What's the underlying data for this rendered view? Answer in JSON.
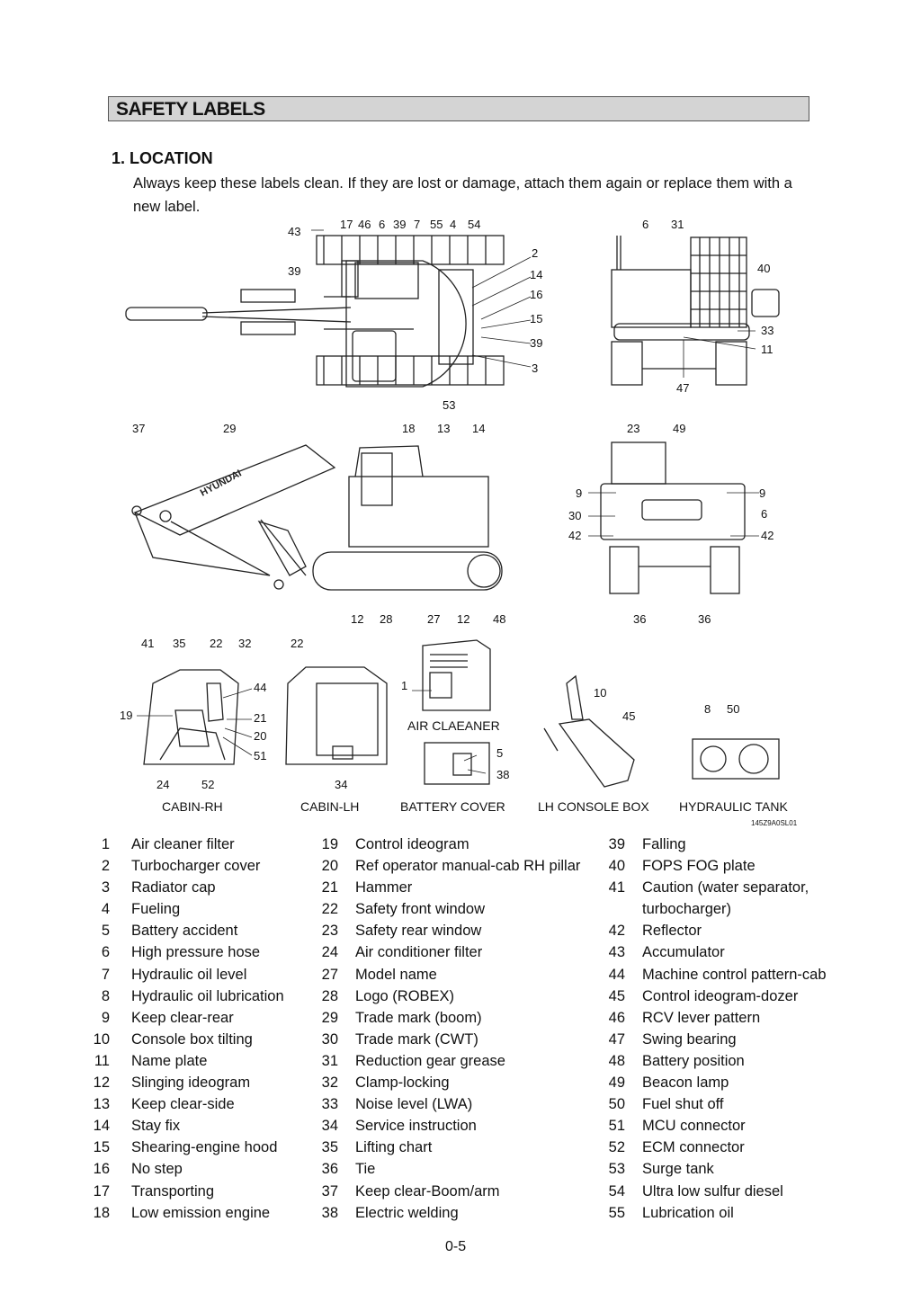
{
  "header": {
    "section_title": "SAFETY LABELS"
  },
  "location": {
    "title": "1.  LOCATION",
    "intro": "Always keep these labels clean.  If they are lost or damage, attach them again or replace them with a new label."
  },
  "figure": {
    "code": "145Z9A0SL01",
    "captions": {
      "air_cleaner": "AIR CLAEANER",
      "cabin_rh": "CABIN-RH",
      "cabin_lh": "CABIN-LH",
      "battery_cover": "BATTERY COVER",
      "lh_console_box": "LH CONSOLE BOX",
      "hydraulic_tank": "HYDRAULIC TANK"
    },
    "brand": "HYUNDAI",
    "callouts": {
      "top_view": [
        "43",
        "17",
        "46",
        "6",
        "39",
        "7",
        "55",
        "4",
        "54",
        "2",
        "39",
        "14",
        "16",
        "15",
        "39",
        "3",
        "53"
      ],
      "rear_top": [
        "6",
        "31",
        "40",
        "33",
        "11",
        "47"
      ],
      "side_view": [
        "37",
        "29",
        "18",
        "13",
        "14",
        "12",
        "28",
        "27",
        "12",
        "48"
      ],
      "rear_view": [
        "23",
        "49",
        "9",
        "9",
        "30",
        "6",
        "42",
        "42",
        "36",
        "36"
      ],
      "cabin_rh": [
        "41",
        "35",
        "22",
        "32",
        "44",
        "19",
        "21",
        "20",
        "51",
        "24",
        "52"
      ],
      "cabin_lh": [
        "22",
        "34"
      ],
      "air_cleaner": [
        "1"
      ],
      "battery": [
        "5",
        "38"
      ],
      "console": [
        "10",
        "45"
      ],
      "hyd_tank": [
        "8",
        "50"
      ]
    }
  },
  "legend": {
    "col1": [
      {
        "n": "1",
        "t": "Air cleaner filter"
      },
      {
        "n": "2",
        "t": "Turbocharger cover"
      },
      {
        "n": "3",
        "t": "Radiator cap"
      },
      {
        "n": "4",
        "t": "Fueling"
      },
      {
        "n": "5",
        "t": "Battery accident"
      },
      {
        "n": "6",
        "t": "High pressure hose"
      },
      {
        "n": "7",
        "t": "Hydraulic oil level"
      },
      {
        "n": "8",
        "t": "Hydraulic oil lubrication"
      },
      {
        "n": "9",
        "t": "Keep clear-rear"
      },
      {
        "n": "10",
        "t": "Console box tilting"
      },
      {
        "n": "11",
        "t": "Name plate"
      },
      {
        "n": "12",
        "t": "Slinging ideogram"
      },
      {
        "n": "13",
        "t": "Keep clear-side"
      },
      {
        "n": "14",
        "t": "Stay fix"
      },
      {
        "n": "15",
        "t": "Shearing-engine hood"
      },
      {
        "n": "16",
        "t": "No step"
      },
      {
        "n": "17",
        "t": "Transporting"
      },
      {
        "n": "18",
        "t": "Low emission engine"
      }
    ],
    "col2": [
      {
        "n": "19",
        "t": "Control ideogram"
      },
      {
        "n": "20",
        "t": "Ref operator manual-cab RH pillar"
      },
      {
        "n": "21",
        "t": "Hammer"
      },
      {
        "n": "22",
        "t": "Safety front window"
      },
      {
        "n": "23",
        "t": "Safety rear window"
      },
      {
        "n": "24",
        "t": "Air conditioner filter"
      },
      {
        "n": "27",
        "t": "Model name"
      },
      {
        "n": "28",
        "t": "Logo (ROBEX)"
      },
      {
        "n": "29",
        "t": "Trade mark (boom)"
      },
      {
        "n": "30",
        "t": "Trade mark (CWT)"
      },
      {
        "n": "31",
        "t": "Reduction gear grease"
      },
      {
        "n": "32",
        "t": "Clamp-locking"
      },
      {
        "n": "33",
        "t": "Noise level (LWA)"
      },
      {
        "n": "34",
        "t": "Service instruction"
      },
      {
        "n": "35",
        "t": "Lifting chart"
      },
      {
        "n": "36",
        "t": "Tie"
      },
      {
        "n": "37",
        "t": "Keep clear-Boom/arm"
      },
      {
        "n": "38",
        "t": "Electric welding"
      }
    ],
    "col3": [
      {
        "n": "39",
        "t": "Falling"
      },
      {
        "n": "40",
        "t": "FOPS FOG plate"
      },
      {
        "n": "41",
        "t": "Caution (water separator,"
      },
      {
        "n": "",
        "t": "turbocharger)"
      },
      {
        "n": "42",
        "t": "Reflector"
      },
      {
        "n": "43",
        "t": "Accumulator"
      },
      {
        "n": "44",
        "t": "Machine control pattern-cab"
      },
      {
        "n": "45",
        "t": "Control ideogram-dozer"
      },
      {
        "n": "46",
        "t": "RCV lever pattern"
      },
      {
        "n": "47",
        "t": "Swing bearing"
      },
      {
        "n": "48",
        "t": "Battery position"
      },
      {
        "n": "49",
        "t": "Beacon lamp"
      },
      {
        "n": "50",
        "t": "Fuel shut off"
      },
      {
        "n": "51",
        "t": "MCU connector"
      },
      {
        "n": "52",
        "t": "ECM connector"
      },
      {
        "n": "53",
        "t": "Surge tank"
      },
      {
        "n": "54",
        "t": "Ultra low sulfur diesel"
      },
      {
        "n": "55",
        "t": "Lubrication oil"
      }
    ]
  },
  "footer": {
    "page_number": "0-5"
  }
}
